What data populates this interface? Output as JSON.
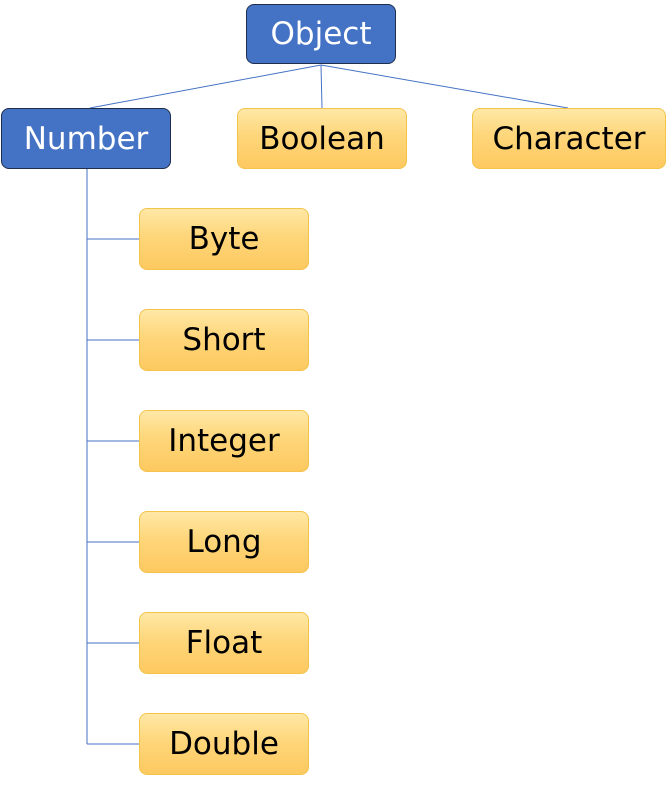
{
  "root": {
    "label": "Object"
  },
  "children": [
    {
      "label": "Number"
    },
    {
      "label": "Boolean"
    },
    {
      "label": "Character"
    }
  ],
  "number_subtypes": [
    {
      "label": "Byte"
    },
    {
      "label": "Short"
    },
    {
      "label": "Integer"
    },
    {
      "label": "Long"
    },
    {
      "label": "Float"
    },
    {
      "label": "Double"
    }
  ],
  "colors": {
    "primary_fill": "#4472c4",
    "primary_border": "#1f2e4d",
    "secondary_fill": "#fed67a",
    "secondary_border": "#f3c34a",
    "connector": "#4472c4"
  }
}
